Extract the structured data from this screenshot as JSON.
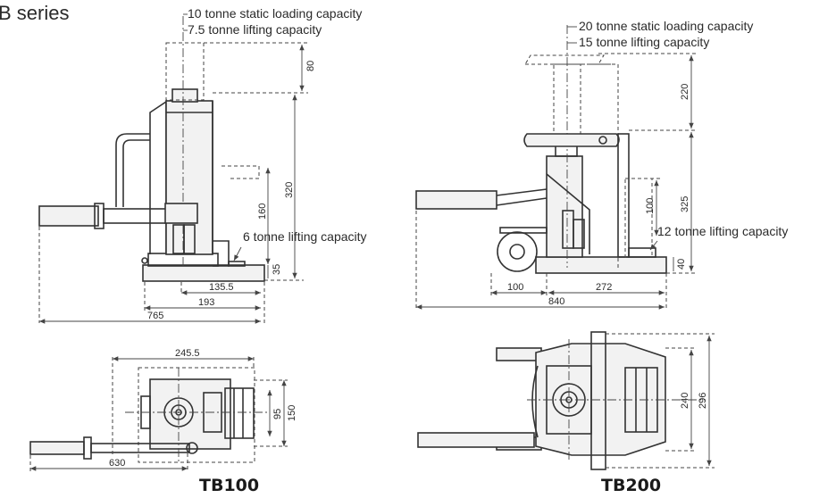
{
  "header": {
    "title_fragment": "B series"
  },
  "tb100": {
    "model": "TB100",
    "labels": {
      "static": "10 tonne static loading capacity",
      "lift_top": "7.5 tonne lifting capacity",
      "lift_toe": "6 tonne lifting capacity"
    },
    "dims": {
      "d80": "80",
      "d320": "320",
      "d160": "160",
      "d35": "35",
      "d135": "135.5",
      "d193": "193",
      "d765": "765",
      "d2455": "245.5",
      "d95": "95",
      "d150": "150",
      "d630": "630"
    }
  },
  "tb200": {
    "model": "TB200",
    "labels": {
      "static": "20 tonne static loading capacity",
      "lift_top": "15 tonne lifting capacity",
      "lift_toe": "12 tonne lifting capacity"
    },
    "dims": {
      "d220": "220",
      "d325": "325",
      "d100v": "100",
      "d40": "40",
      "d100h": "100",
      "d272": "272",
      "d840": "840",
      "d240": "240",
      "d296": "296"
    }
  }
}
